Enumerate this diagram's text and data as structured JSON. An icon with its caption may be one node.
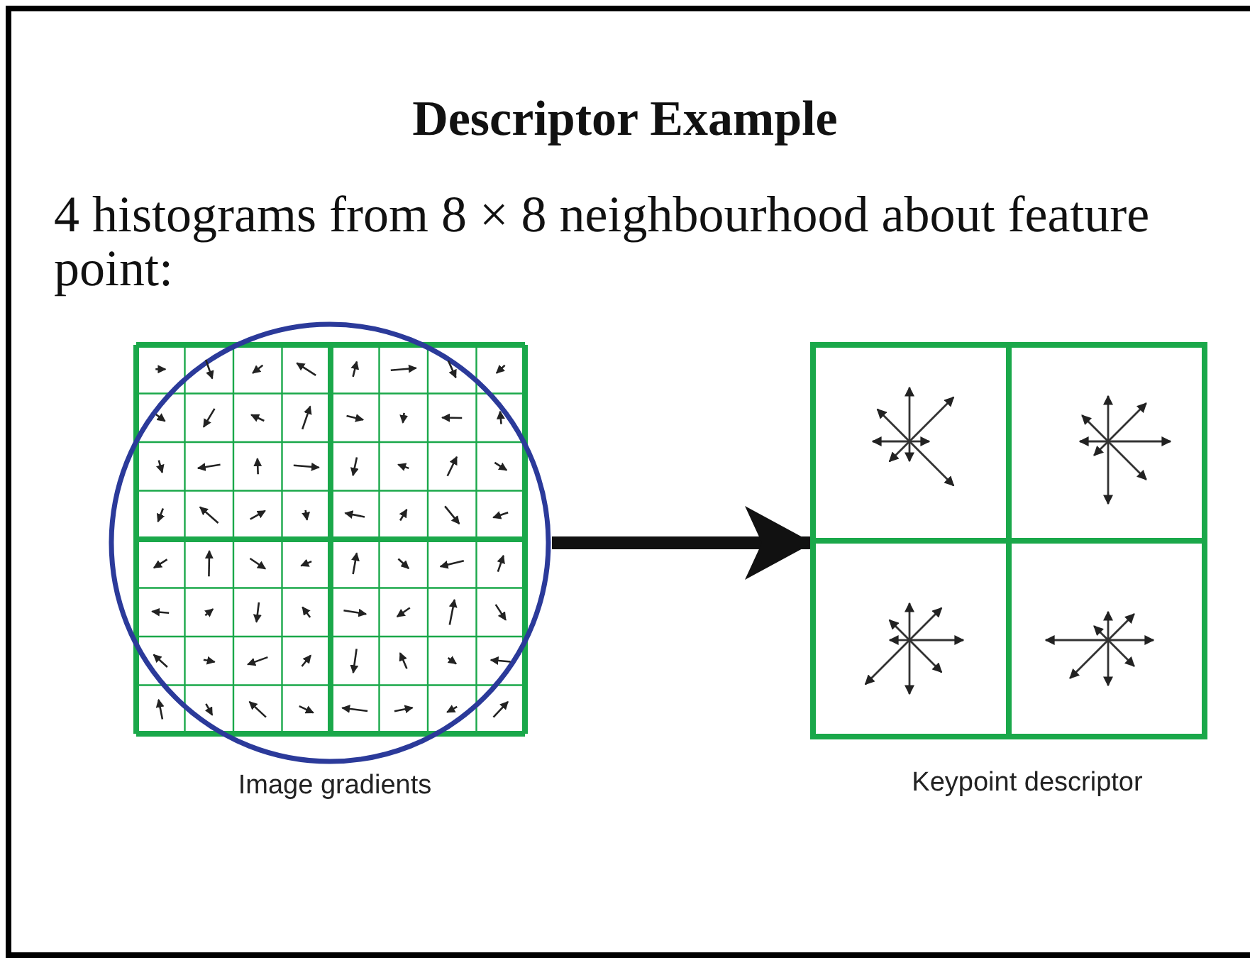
{
  "diagram": {
    "title": "Descriptor Example",
    "nodes": [
      {
        "text": [],
        "shape": "picture",
        "beside": [
          "Image gradients"
        ]
      },
      {
        "text": [],
        "shape": "picture",
        "beside": [
          "Keypoint descriptor"
        ]
      }
    ],
    "edges": [
      {
        "from": 0,
        "to": 1,
        "arrow": "to"
      }
    ],
    "labels": [
      "4 histograms from 8 × 8 neighbourhood about feature point:"
    ]
  }
}
